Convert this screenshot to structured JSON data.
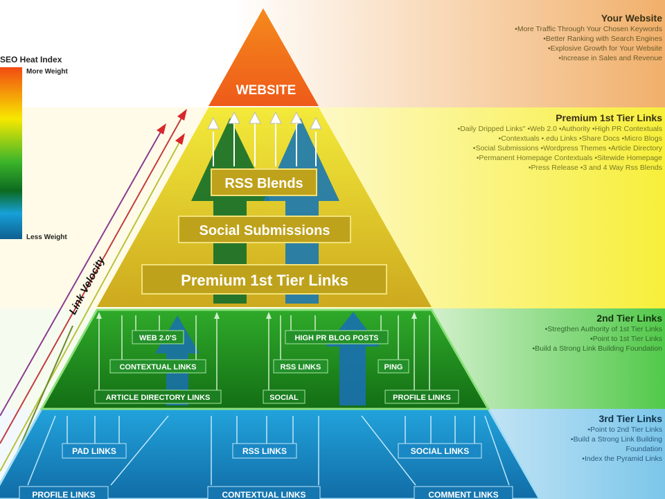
{
  "legend": {
    "title": "SEO Heat Index",
    "top": "More Weight",
    "bottom": "Less Weight"
  },
  "velocity_label": "Link Velocity",
  "apex_label": "WEBSITE",
  "tier1_labels": [
    "RSS Blends",
    "Social Submissions",
    "Premium 1st Tier Links"
  ],
  "tier2_labels": [
    "WEB 2.0'S",
    "HIGH PR BLOG POSTS",
    "CONTEXTUAL LINKS",
    "RSS LINKS",
    "PING",
    "ARTICLE DIRECTORY LINKS",
    "SOCIAL",
    "PROFILE LINKS"
  ],
  "tier3_labels": [
    "PAD LINKS",
    "RSS LINKS",
    "SOCIAL LINKS",
    "PROFILE LINKS",
    "CONTEXTUAL LINKS",
    "COMMENT LINKS"
  ],
  "descriptions": [
    {
      "title": "Your Website",
      "items": [
        "•More Traffic Through Your Chosen Keywords",
        "•Better Ranking with Search Engines",
        "•Explosive Growth for Your Website",
        "•Increase in Sales and Revenue"
      ]
    },
    {
      "title": "Premium 1st Tier Links",
      "items": [
        "•Daily Dripped Links\"  •Web 2.0  •Authority  •High PR Contextuals",
        "•Contextuals  •.edu Links  •Share Docs  •Micro Blogs",
        "•Social Submissions  •Wordpress Themes  •Article Directory",
        "•Permanent Homepage Contextuals  •Sitewide Homepage",
        "•Press Release  •3 and 4 Way Rss Blends"
      ]
    },
    {
      "title": "2nd Tier Links",
      "items": [
        "•Stregthen Authority of 1st Tier Links",
        "•Point to 1st Tier Links",
        "•Build a Strong Link Building Foundation"
      ]
    },
    {
      "title": "3rd Tier Links",
      "items": [
        "•Point to 2nd Tier Links",
        "•Build a Strong Link Building",
        "Foundation",
        "•Index the Pyramid Links"
      ]
    }
  ],
  "colors": {
    "apex": "#f26b1d",
    "tier1": "#d9c21c",
    "tier2": "#1f8f1f",
    "tier3": "#1a8fc8"
  }
}
